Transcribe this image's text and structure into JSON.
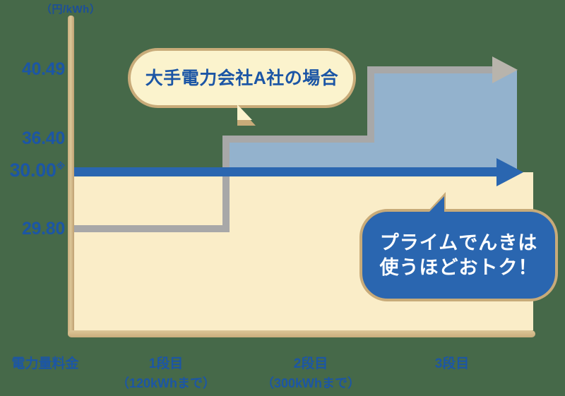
{
  "chart_data": {
    "type": "line",
    "title": "",
    "ylabel": "（円/kWh）",
    "xlabel": "電力量料金",
    "categories": [
      "1段目\n（120kWhまで）",
      "2段目\n（300kWhまで）",
      "3段目"
    ],
    "series": [
      {
        "name": "大手電力会社A社の場合",
        "values": [
          29.8,
          36.4,
          40.49
        ],
        "color": "#93b2cd",
        "line_color": "#a8a8a8"
      },
      {
        "name": "プライムでんき",
        "values": [
          30.0,
          30.0,
          30.0
        ],
        "color": "#2a66b0",
        "line_color": "#2a66b0"
      }
    ],
    "ytick_labels": [
      "40.49",
      "36.40",
      "30.00",
      "29.80"
    ],
    "ytick_values": [
      40.49,
      36.4,
      30.0,
      29.8
    ],
    "grid": false,
    "legend": "none",
    "annotations": [
      "大手電力会社A社の場合",
      "プライムでんきは使うほどおトク！"
    ]
  },
  "axis": {
    "unit_label": "（円/kWh）",
    "y_ticks": [
      {
        "label": "40.49",
        "mark": ""
      },
      {
        "label": "36.40",
        "mark": ""
      },
      {
        "label": "30.00",
        "mark": "※"
      },
      {
        "label": "29.80",
        "mark": ""
      }
    ],
    "x_axis_title": "電力量料金",
    "x_ticks": [
      {
        "main": "1段目",
        "sub": "（120kWhまで）"
      },
      {
        "main": "2段目",
        "sub": "（300kWhまで）"
      },
      {
        "main": "3段目",
        "sub": ""
      }
    ]
  },
  "bubbles": {
    "company_a": {
      "text": "大手電力会社A社の場合",
      "bg": "#fbf3cd",
      "border": "#c8ab79",
      "text_color": "#1c56a5"
    },
    "prime": {
      "line1": "プライムでんきは",
      "line2": "使うほどおトク！",
      "bg": "#2a66b0",
      "border": "#c8ab79",
      "text_color": "#ffffff"
    }
  },
  "colors": {
    "background": "#466949",
    "cream_fill": "#faedc8",
    "blue_fill": "#93b2cd",
    "gray_line": "#a8a8a8",
    "blue_line": "#2a66b0",
    "axis": "#c9ae7e",
    "label_blue": "#1c56a5"
  }
}
